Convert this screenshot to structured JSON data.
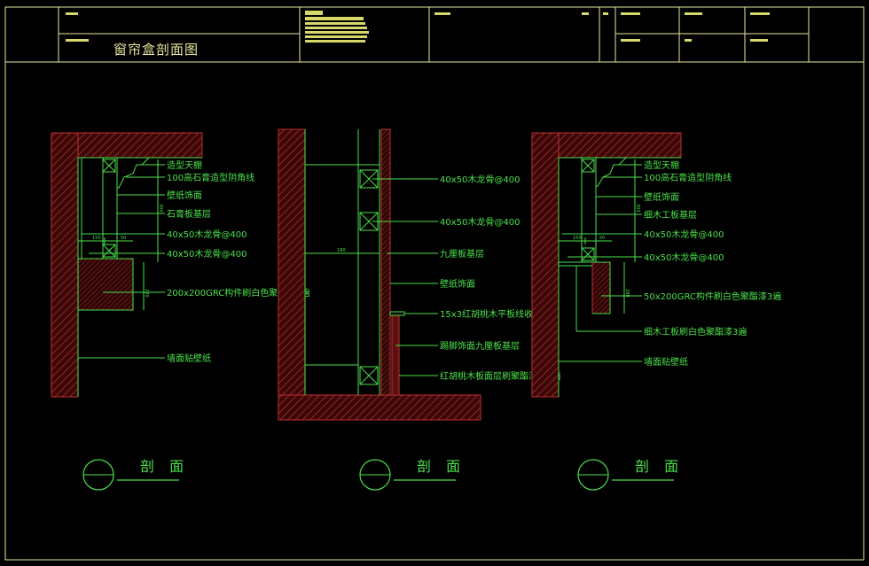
{
  "title_block": {
    "drawing_title": "窗帘盒剖面图"
  },
  "sections": [
    {
      "symbol_label": "剖 面",
      "annotations": [
        "造型天棚",
        "100高石膏造型阴角线",
        "壁纸饰面",
        "石膏板基层",
        "40x50木龙骨@400",
        "40x50木龙骨@400",
        "200x200GRC构件刷白色聚酯漆3遍",
        "墙面贴壁纸"
      ],
      "dimensions": [
        "150",
        "50"
      ]
    },
    {
      "symbol_label": "剖 面",
      "annotations": [
        "40x50木龙骨@400",
        "40x50木龙骨@400",
        "九厘板基层",
        "壁纸饰面",
        "15x3红胡桃木平板线收边",
        "踢脚饰面九厘板基层",
        "红胡桃木板面层刷聚酯清漆3遍"
      ],
      "dimensions": [
        "180"
      ]
    },
    {
      "symbol_label": "剖 面",
      "annotations": [
        "造型天棚",
        "100高石膏造型阴角线",
        "壁纸饰面",
        "细木工板基层",
        "40x50木龙骨@400",
        "40x50木龙骨@400",
        "50x200GRC构件刷白色聚酯漆3遍",
        "细木工板刷白色聚酯漆3遍",
        "墙面贴壁纸"
      ],
      "dimensions": [
        "150",
        "50"
      ]
    }
  ],
  "colors": {
    "background": "#000000",
    "frame": "#e8e8a0",
    "linework": "#4be04b",
    "hatch": "#c03030",
    "block_fill": "#d8d86a"
  }
}
